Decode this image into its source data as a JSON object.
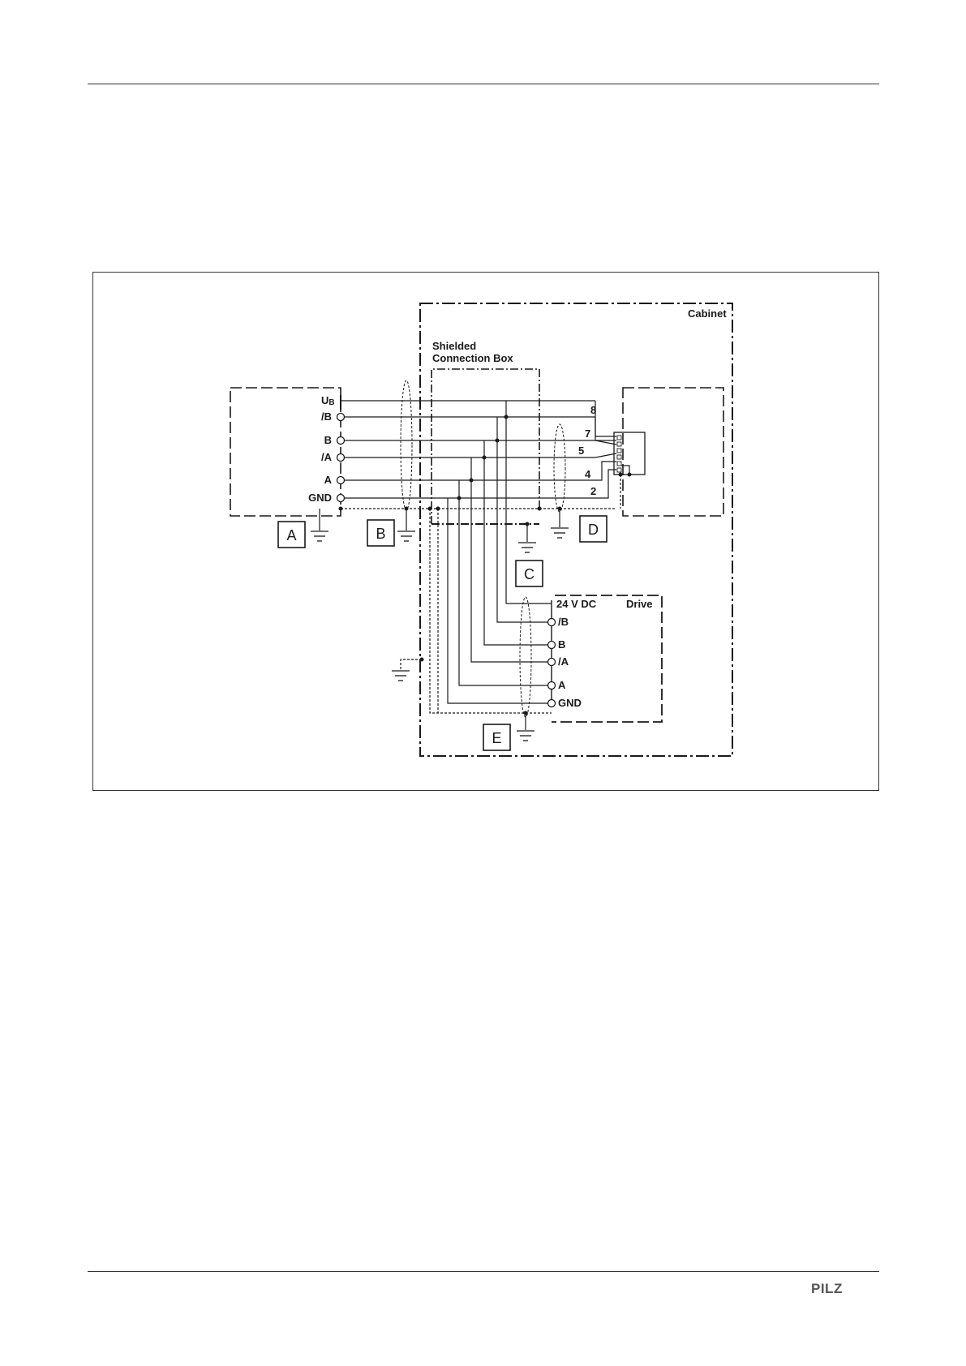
{
  "footer": {
    "brand": "PILZ"
  },
  "diagram": {
    "labels": {
      "cabinet": "Cabinet",
      "shielded_line1": "Shielded",
      "shielded_line2": "Connection Box",
      "drive": "Drive",
      "supply": "24 V DC",
      "ub_main": "U",
      "ub_sub": "B"
    },
    "device_a_terminals": [
      "/B",
      "B",
      "/A",
      "A",
      "GND"
    ],
    "drive_terminals": [
      "/B",
      "B",
      "/A",
      "A",
      "GND"
    ],
    "connector_pins": [
      "8",
      "7",
      "5",
      "4",
      "2"
    ],
    "boxes": [
      "A",
      "B",
      "C",
      "D",
      "E"
    ]
  }
}
